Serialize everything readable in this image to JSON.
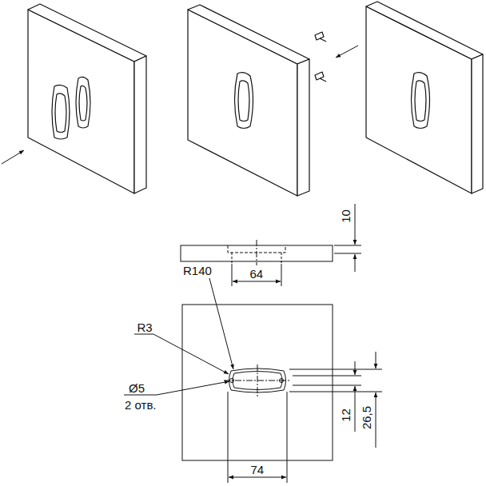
{
  "diagram": {
    "labels": [
      "10",
      "R140",
      "64",
      "R3",
      "Ø5",
      "2 отв.",
      "12",
      "26,5",
      "74"
    ]
  }
}
